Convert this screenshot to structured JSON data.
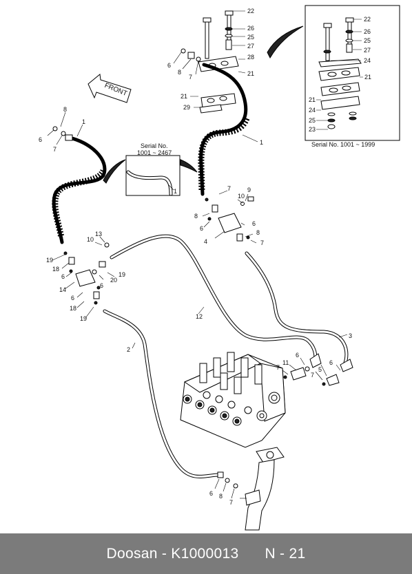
{
  "diagram": {
    "front_label": "FRONT",
    "inset_left": {
      "line1": "Serial No.",
      "line2": "1001 ~ 2467",
      "callout": "1"
    },
    "inset_right": {
      "caption": "Serial No. 1001 ~ 1999"
    },
    "callouts": {
      "c22a": "22",
      "c26a": "26",
      "c25a": "25",
      "c27a": "27",
      "c28": "28",
      "c21a": "21",
      "c6a": "6",
      "c8a": "8",
      "c7a": "7",
      "c21b": "21",
      "c29": "29",
      "c1a": "1",
      "c22b": "22",
      "c26b": "26",
      "c25b": "25",
      "c27b": "27",
      "c24a": "24",
      "c21c": "21",
      "c21d": "21",
      "c24b": "24",
      "c25c": "25",
      "c23": "23",
      "c8b": "8",
      "c6b": "6",
      "c7b": "7",
      "c1b": "1",
      "c7c": "7",
      "c9": "9",
      "c10a": "10",
      "c8c": "8",
      "c6c": "6",
      "c4": "4",
      "c6d": "6",
      "c8d": "8",
      "c7d": "7",
      "c13": "13",
      "c10b": "10",
      "c19a": "19",
      "c18a": "18",
      "c6e": "6",
      "c19b": "19",
      "c20": "20",
      "c6f": "6",
      "c14": "14",
      "c6g": "6",
      "c18b": "18",
      "c19c": "19",
      "c12": "12",
      "c2": "2",
      "c3": "3",
      "c7e": "7",
      "c11": "11",
      "c6h": "6",
      "c6i": "6",
      "c5": "5",
      "c7f": "7",
      "c6j": "6",
      "c8e": "8",
      "c7g": "7"
    }
  },
  "footer": {
    "brand": "Doosan",
    "part_number": "K1000013",
    "page": "N - 21"
  }
}
